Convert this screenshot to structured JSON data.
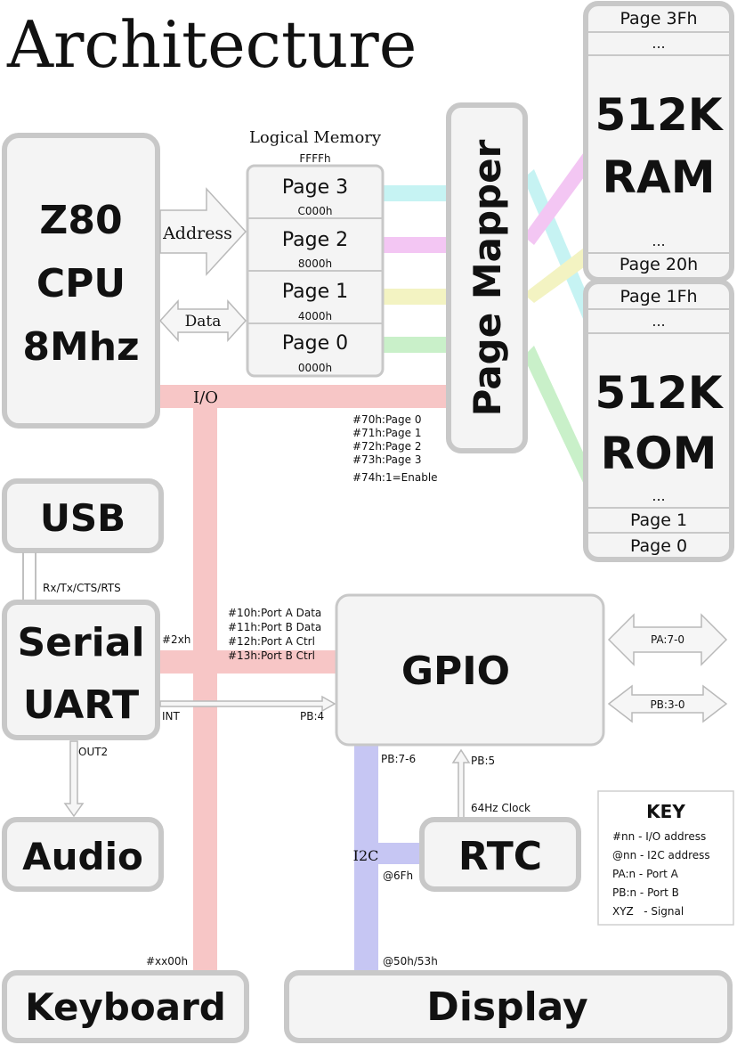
{
  "title": "Architecture",
  "cpu": {
    "line1": "Z80",
    "line2": "CPU",
    "line3": "8Mhz"
  },
  "logical_memory": {
    "title": "Logical Memory",
    "top_address": "FFFFh",
    "pages": [
      {
        "label": "Page 3",
        "address": "C000h"
      },
      {
        "label": "Page 2",
        "address": "8000h"
      },
      {
        "label": "Page 1",
        "address": "4000h"
      },
      {
        "label": "Page 0",
        "address": "0000h"
      }
    ],
    "address_label": "Address",
    "data_label": "Data"
  },
  "page_mapper": {
    "label": "Page Mapper",
    "ports": [
      "#70h:Page 0",
      "#71h:Page 1",
      "#72h:Page 2",
      "#73h:Page 3",
      "#74h:1=Enable"
    ]
  },
  "ram": {
    "line1": "512K",
    "line2": "RAM",
    "top": "Page 3Fh",
    "dots_top": "...",
    "dots_bottom": "...",
    "bottom": "Page 20h"
  },
  "rom": {
    "line1": "512K",
    "line2": "ROM",
    "top": "Page 1Fh",
    "dots_top": "...",
    "dots_bottom": "...",
    "page1": "Page 1",
    "page0": "Page 0"
  },
  "io_label": "I/O",
  "usb": {
    "label": "USB",
    "signals": "Rx/Tx/CTS/RTS"
  },
  "uart": {
    "line1": "Serial",
    "line2": "UART",
    "port": "#2xh",
    "int": "INT",
    "out2": "OUT2"
  },
  "gpio": {
    "label": "GPIO",
    "ports": [
      "#10h:Port A Data",
      "#11h:Port B Data",
      "#12h:Port A Ctrl",
      "#13h:Port B Ctrl"
    ],
    "pb4": "PB:4",
    "pa": "PA:7-0",
    "pb": "PB:3-0",
    "pb76": "PB:7-6",
    "pb5": "PB:5"
  },
  "rtc": {
    "label": "RTC",
    "clock": "64Hz Clock",
    "addr": "@6Fh"
  },
  "i2c_label": "I2C",
  "audio": {
    "label": "Audio"
  },
  "keyboard": {
    "label": "Keyboard",
    "port": "#xx00h"
  },
  "display": {
    "label": "Display",
    "addr": "@50h/53h"
  },
  "key": {
    "title": "KEY",
    "lines": [
      "#nn - I/O address",
      "@nn - I2C address",
      "PA:n - Port A",
      "PB:n - Port B",
      "XYZ   - Signal"
    ]
  },
  "colors": {
    "page0": "#c9f0c9",
    "page1": "#f3f3c2",
    "page2": "#f3c6f3",
    "page3": "#c6f3f3",
    "io": "#f7c6c6",
    "i2c": "#c6c6f3",
    "border": "#c8c8c8"
  }
}
